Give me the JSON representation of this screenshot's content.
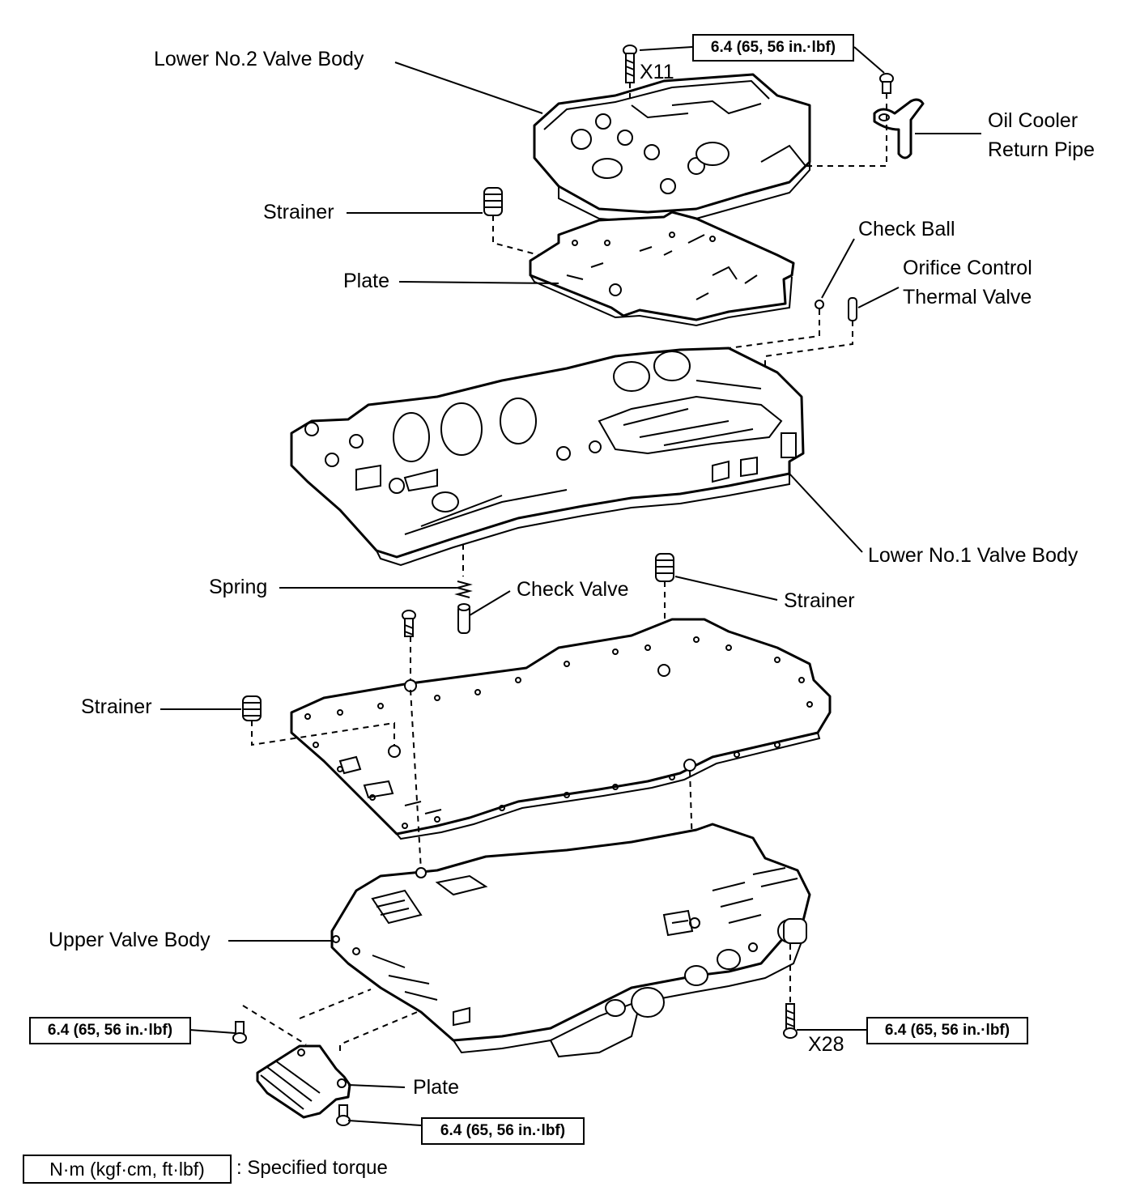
{
  "labels": {
    "lower_no2_valve_body": "Lower No.2 Valve Body",
    "oil_cooler_return_pipe_line1": "Oil Cooler",
    "oil_cooler_return_pipe_line2": "Return Pipe",
    "strainer_top": "Strainer",
    "plate_top": "Plate",
    "check_ball": "Check Ball",
    "orifice_control_line1": "Orifice Control",
    "orifice_control_line2": "Thermal Valve",
    "lower_no1_valve_body": "Lower No.1 Valve Body",
    "spring": "Spring",
    "check_valve": "Check Valve",
    "strainer_right": "Strainer",
    "strainer_left": "Strainer",
    "upper_valve_body": "Upper Valve Body",
    "plate_bottom": "Plate"
  },
  "quantities": {
    "x11": "X11",
    "x28": "X28"
  },
  "torque_specs": {
    "top": "6.4 (65, 56 in.·lbf)",
    "left": "6.4 (65, 56 in.·lbf)",
    "right": "6.4 (65, 56 in.·lbf)",
    "bottom": "6.4 (65, 56 in.·lbf)"
  },
  "legend": {
    "unit_box": "N·m (kgf·cm, ft·lbf)",
    "description": ": Specified torque"
  }
}
